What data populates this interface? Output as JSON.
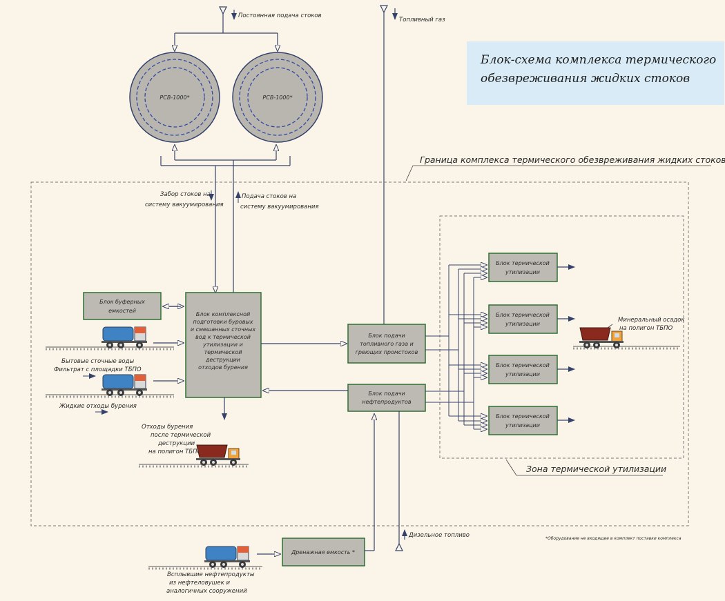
{
  "title": {
    "line1": "Блок-схема комплекса термического",
    "line2": "обезвреживания жидких стоков"
  },
  "labels": {
    "constant_supply": "Постоянная подача стоков",
    "fuel_gas": "Топливный газ",
    "tank": "РСВ-1000*",
    "boundary": "Граница комплекса термического обезвреживания жидких стоков",
    "intake_line1": "Забор стоков на",
    "intake_line2": "систему вакуумирования",
    "supply_line1": "Подача стоков на",
    "supply_line2": "систему вакуумирования",
    "household_line1": "Бытовые сточные воды",
    "household_line2": "Фильтрат с площадки ТБПО",
    "liquid_waste": "Жидкие отходы бурения",
    "drill_waste": [
      "Отходы бурения",
      "после термической",
      "деструкции",
      "на полигон ТБПО"
    ],
    "mineral_line1": "Минеральный осадок",
    "mineral_line2": "на полигон ТБПО",
    "zone": "Зона термической утилизации",
    "diesel": "Дизельное топливо",
    "footnote": "*Оборудование не входящее в комплект поставки комплекса",
    "floating": [
      "Всплывшие нефтепродукты",
      "из нефтеловушек и",
      "аналогичных сооружений"
    ]
  },
  "blocks": {
    "buffer": [
      "Блок буферных",
      "емкостей"
    ],
    "complex": [
      "Блок комплексной",
      "подготовки буровых",
      "и смешанных сточных",
      "вод к термической",
      "утилизации и",
      "термической",
      "деструкции",
      "отходов бурения"
    ],
    "fuel": [
      "Блок подачи",
      "топливного газа и",
      "греющих промстоков"
    ],
    "oil": [
      "Блок подачи",
      "нефтепродуктов"
    ],
    "thermal": [
      "Блок термической",
      "утилизации"
    ],
    "drain": "Дренажная емкость *"
  },
  "colors": {
    "block_fill": "#bdbab3",
    "block_border": "#2f6e33",
    "flow_line": "#35436a",
    "tank_fill": "#b9b6b0",
    "tank_dash": "#3048a0",
    "title_bg": "#d8ebf6",
    "background": "#fbf5e9"
  },
  "icons": [
    "tanker-truck-icon",
    "dump-truck-icon",
    "arrowhead-icon",
    "tank-icon"
  ]
}
